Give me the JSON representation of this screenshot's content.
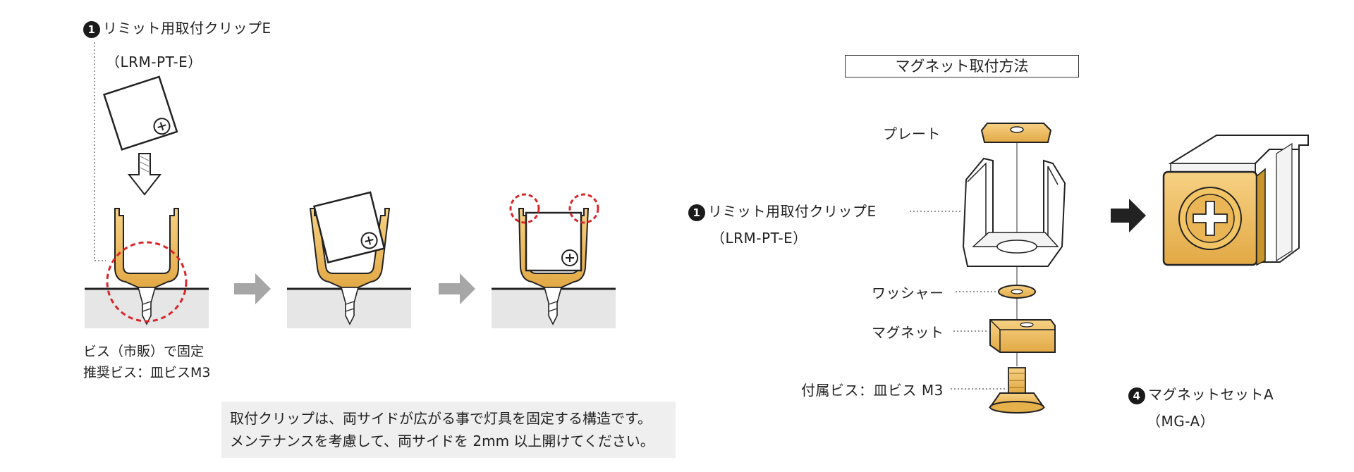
{
  "left": {
    "part_number": "1",
    "part_name": "リミット用取付クリップE",
    "part_code": "（LRM-PT-E）",
    "screw_caption_1": "ビス（市販）で固定",
    "screw_caption_2": "推奨ビス：皿ビスM3",
    "note_line_1": "取付クリップは、両サイドが広がる事で灯具を固定する構造です。",
    "note_line_2": "メンテナンスを考慮して、両サイドを 2mm 以上開けてください。"
  },
  "right": {
    "section_title": "マグネット取付方法",
    "plate_label": "プレート",
    "clip_number": "1",
    "clip_name": "リミット用取付クリップE",
    "clip_code": "（LRM-PT-E）",
    "washer_label": "ワッシャー",
    "magnet_label": "マグネット",
    "screw_label": "付属ビス：皿ビス M3",
    "set_number": "4",
    "set_name": "マグネットセットA",
    "set_code": "（MG-A）"
  },
  "colors": {
    "gold": "#f0bf5a",
    "gold_dark": "#c8952c",
    "highlight_red": "#d9262b",
    "step_arrow": "#a6a6a6",
    "surface": "#e6e6e6"
  }
}
